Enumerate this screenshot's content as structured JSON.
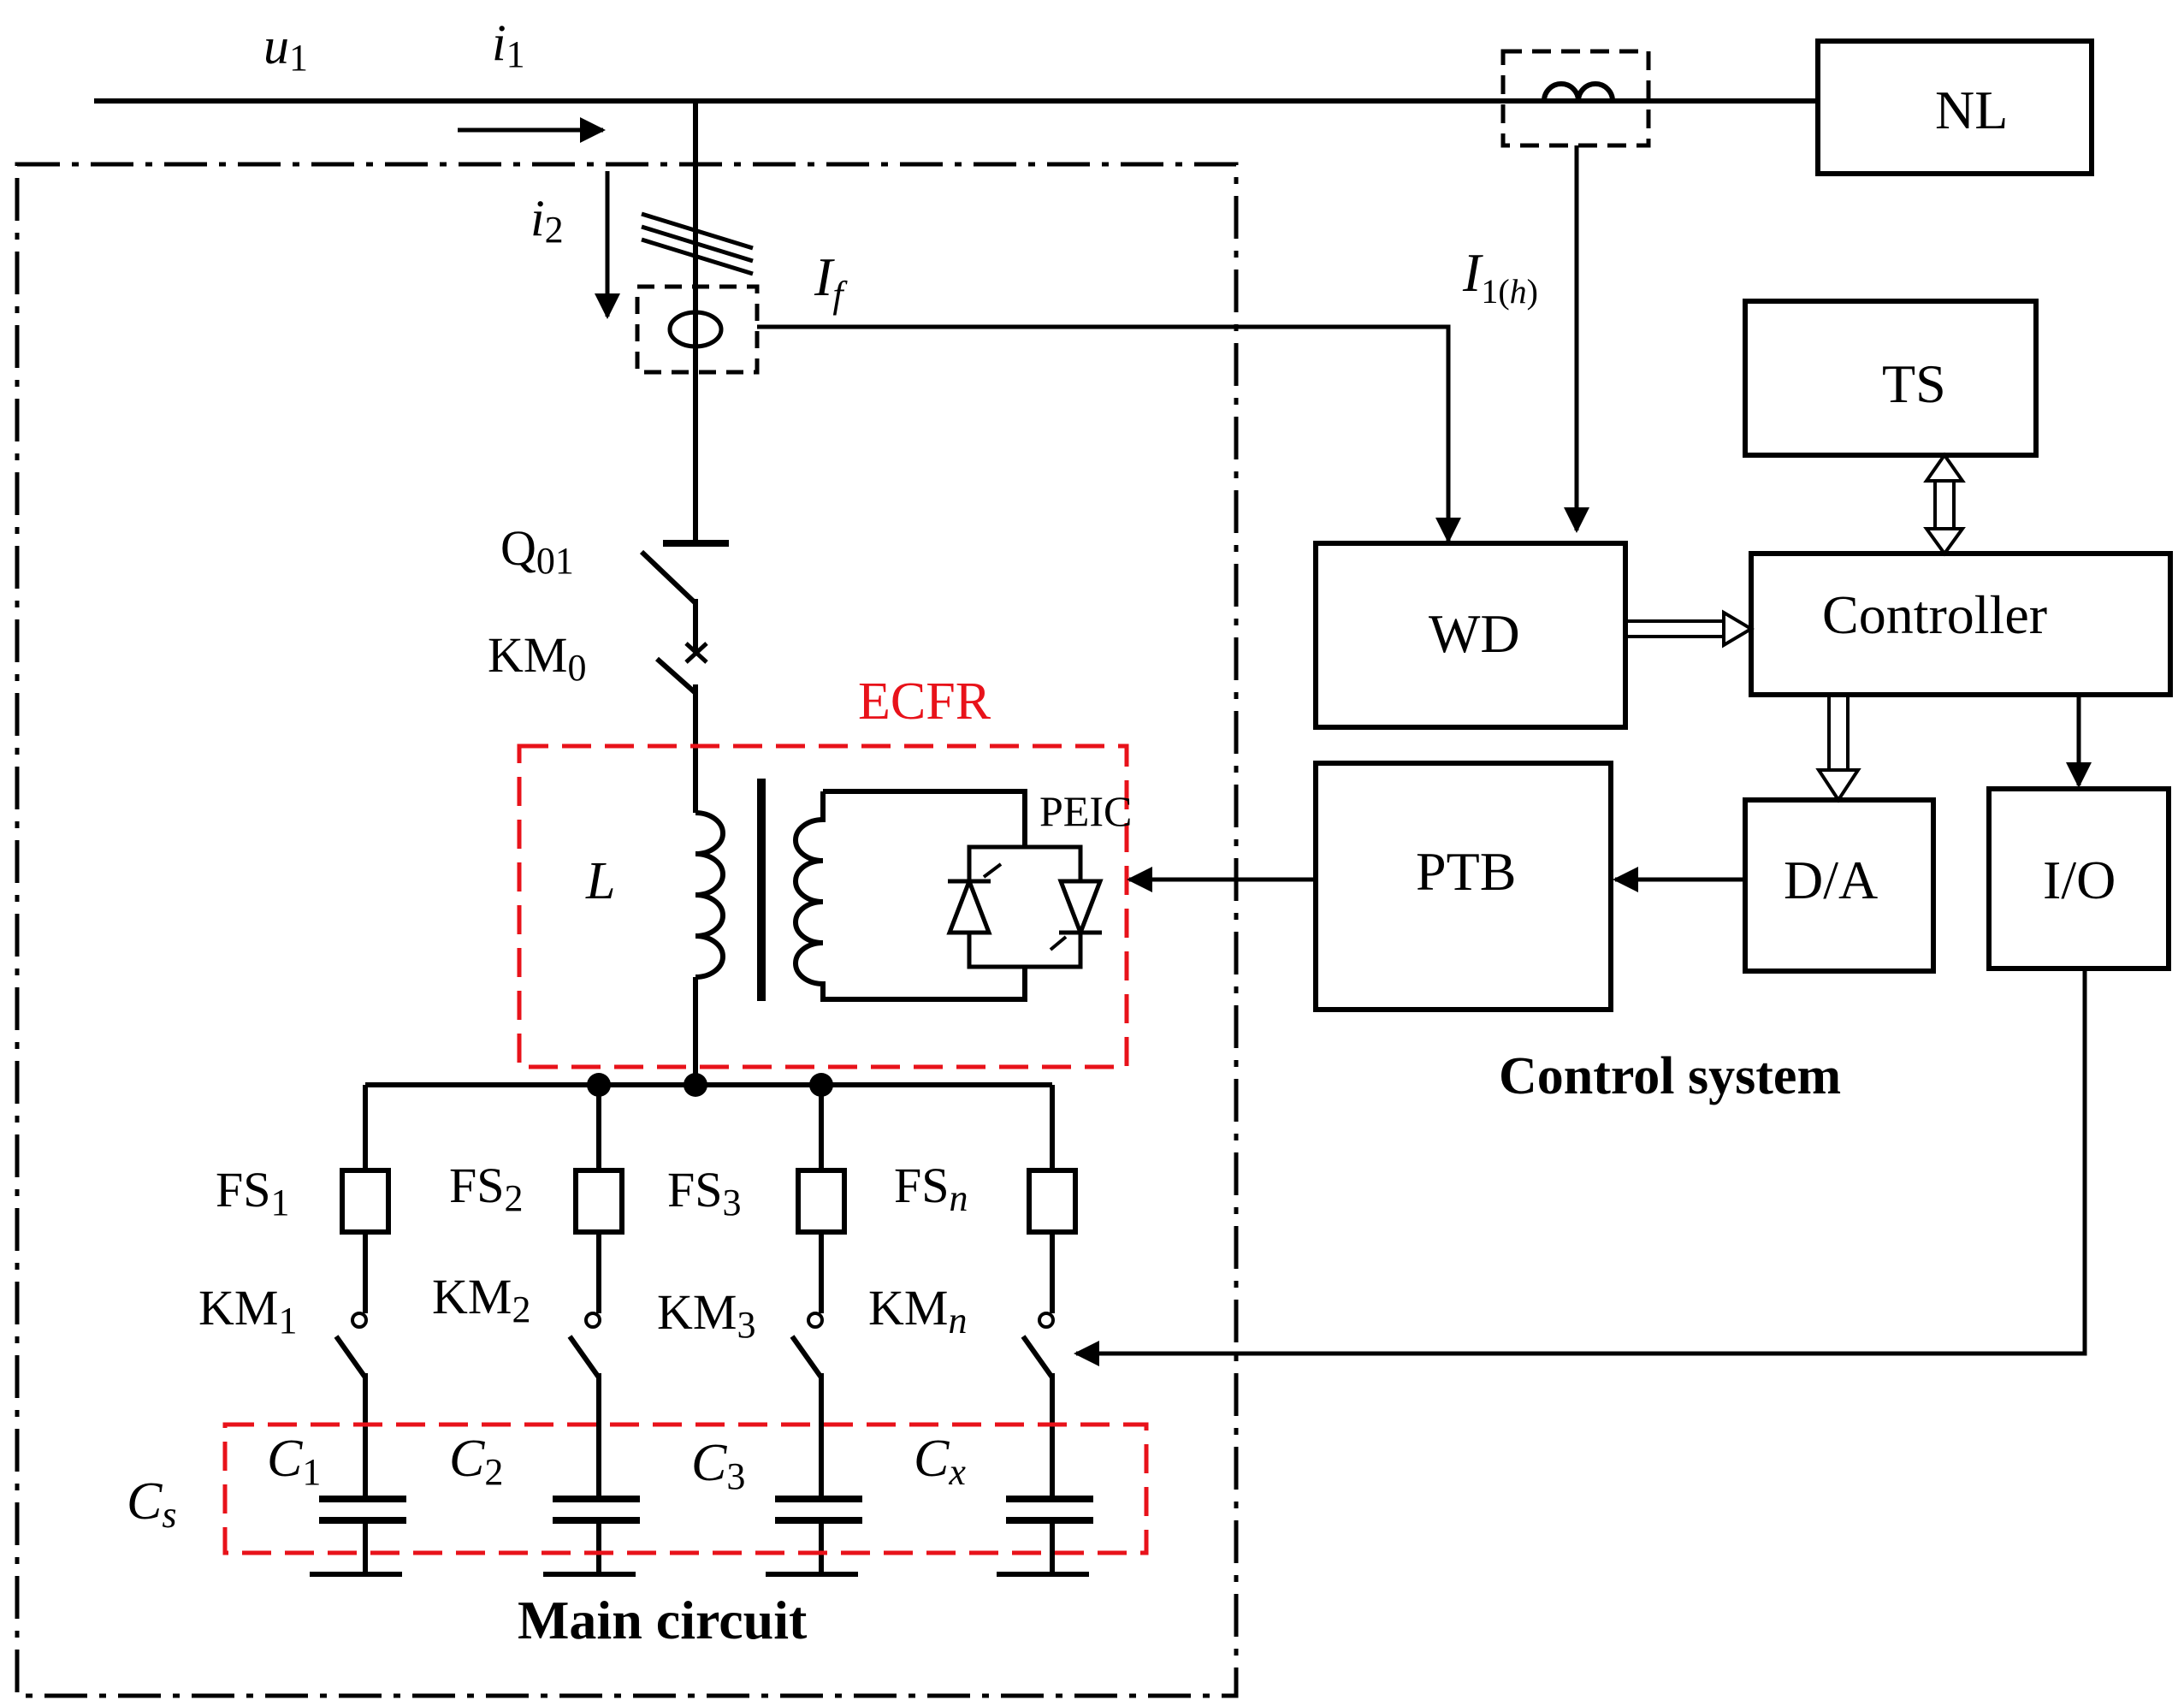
{
  "labels": {
    "u_base": "u",
    "u_sub": "1",
    "i1_base": "i",
    "i1_sub": "1",
    "i2_base": "i",
    "i2_sub": "2",
    "If_base": "I",
    "If_sub": "f",
    "I1h_base": "I",
    "I1h_sub1": "1(",
    "I1h_sub2": "h",
    "I1h_sub3": ")",
    "q01_base": "Q",
    "q01_sub": "01",
    "km0_base": "KM",
    "km0_sub": "0",
    "ecfr": "ECFR",
    "peic": "PEIC",
    "L": "L",
    "fs_base": "FS",
    "km_base": "KM",
    "c_base": "C",
    "sub_1": "1",
    "sub_2": "2",
    "sub_3": "3",
    "sub_n": "n",
    "sub_x": "x",
    "sub_s": "s",
    "main_circuit": "Main circuit",
    "control_system": "Control system"
  },
  "blocks": {
    "nl": "NL",
    "ts": "TS",
    "wd": "WD",
    "controller": "Controller",
    "ptb": "PTB",
    "da": "D/A",
    "io": "I/O"
  },
  "colors": {
    "highlight": "#e8121a",
    "line": "#000000"
  }
}
